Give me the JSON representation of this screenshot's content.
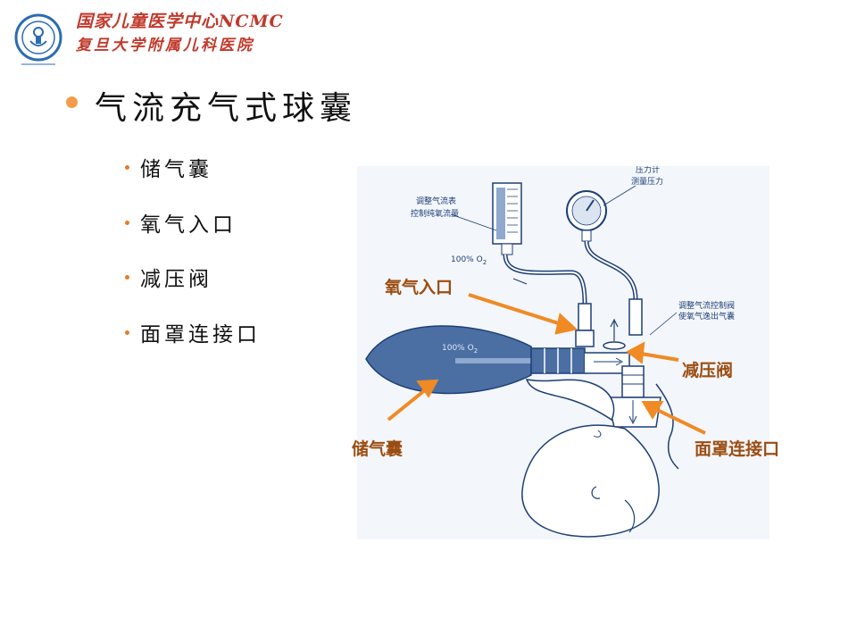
{
  "header": {
    "line1": "国家儿童医学中心NCMC",
    "line2": "复旦大学附属儿科医院"
  },
  "title": "气流充气式球囊",
  "bullets": [
    "储气囊",
    "氧气入口",
    "减压阀",
    "面罩连接口"
  ],
  "diagram": {
    "flowmeter_label_1": "调整气流表",
    "flowmeter_label_2": "控制纯氧流量",
    "gauge_label_1": "压力计",
    "gauge_label_2": "测量压力",
    "valve_label_1": "调整气流控制阀",
    "valve_label_2": "使氧气逸出气囊",
    "o2_flow": "100% O",
    "o2_bag": "100% O",
    "o2_sub": "2",
    "callouts": {
      "oxygen_inlet": "氧气入口",
      "pressure_valve": "减压阀",
      "reservoir": "储气囊",
      "mask_port": "面罩连接口"
    }
  },
  "colors": {
    "header": "#c0392b",
    "accent": "#f39c4a",
    "callout": "#9b4d12",
    "arrow": "#f08a24",
    "diagram": "#1d3f78",
    "bag": "#4b6fa3"
  }
}
